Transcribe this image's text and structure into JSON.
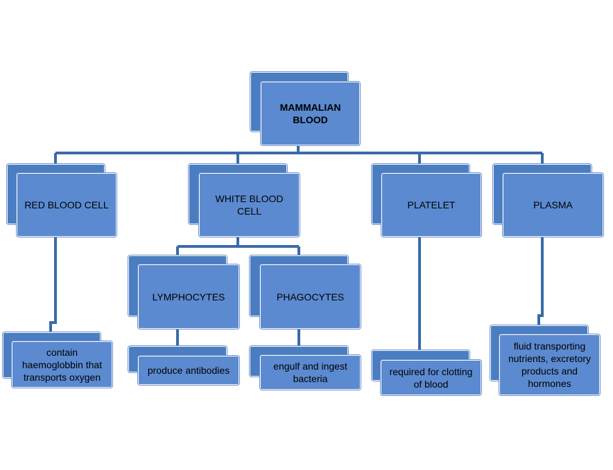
{
  "colors": {
    "box_fill": "#5b8ad0",
    "box_back": "#4a7dc2",
    "connector": "#3a6aa8",
    "border": "#ffffff"
  },
  "root": {
    "label": "MAMMALIAN BLOOD"
  },
  "components": {
    "red_blood_cell": {
      "label": "RED BLOOD CELL",
      "description": "contain haemoglobbin that transports oxygen"
    },
    "white_blood_cell": {
      "label": "WHITE BLOOD  CELL",
      "lymphocytes": {
        "label": "LYMPHOCYTES",
        "description": "produce antibodies"
      },
      "phagocytes": {
        "label": "PHAGOCYTES",
        "description": "engulf and ingest bacteria"
      }
    },
    "platelet": {
      "label": "PLATELET",
      "description": "required for clotting of blood"
    },
    "plasma": {
      "label": "PLASMA",
      "description": "fluid transporting nutrients, excretory products and hormones"
    }
  }
}
